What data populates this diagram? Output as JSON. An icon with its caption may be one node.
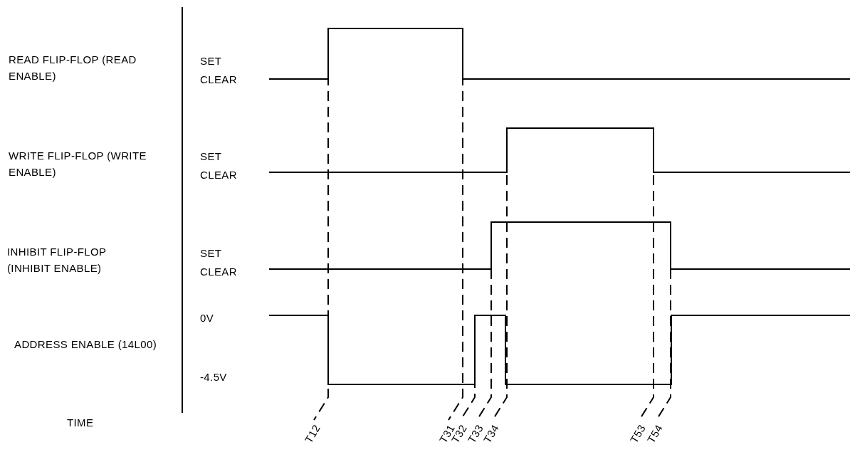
{
  "diagram": {
    "labels": [
      "READ FLIP-FLOP (READ ENABLE)",
      "SET",
      "CLEAR",
      "WRITE FLIP-FLOP (WRITE ENABLE)",
      "SET",
      "CLEAR",
      "INHIBIT FLIP-FLOP (INHIBIT ENABLE)",
      "SET",
      "CLEAR",
      "0V",
      "ADDRESS ENABLE (14L00)",
      "-4.5V",
      "TIME",
      "T12",
      "T31",
      "T32",
      "T33",
      "T34",
      "T53",
      "T54"
    ]
  }
}
